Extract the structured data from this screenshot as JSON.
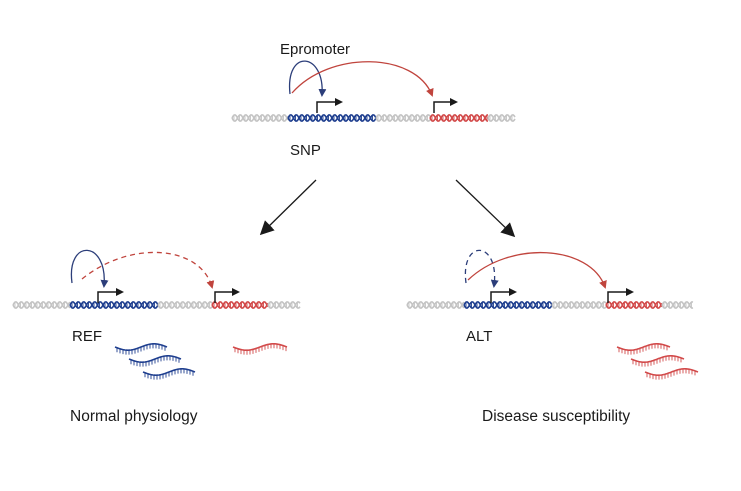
{
  "labels": {
    "epromoter": "Epromoter",
    "snp": "SNP",
    "ref": "REF",
    "alt": "ALT",
    "normal": "Normal physiology",
    "disease": "Disease susceptibility"
  },
  "colors": {
    "dna_grey": "#c4c4c4",
    "epromoter_blue": "#1f3f8f",
    "target_red": "#d24a4a",
    "arrow_black": "#1a1a1a",
    "arc_blue": "#2c3e7a",
    "arc_red": "#c0443d"
  }
}
